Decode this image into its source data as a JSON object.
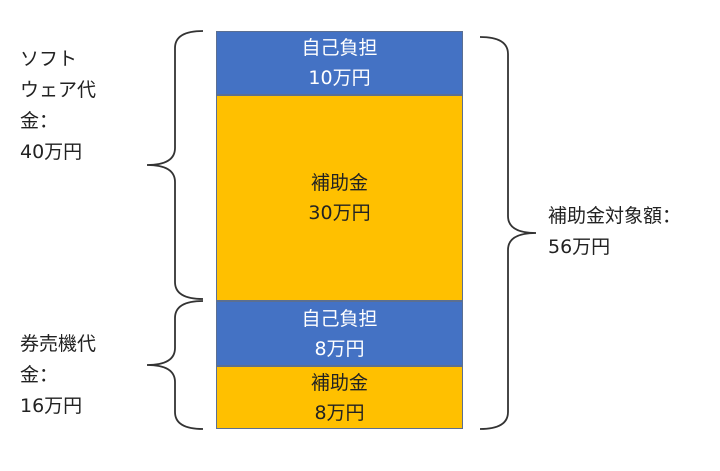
{
  "left_groups": [
    {
      "label_lines": [
        "ソフト",
        "ウェア代",
        "金：",
        "40万円"
      ]
    },
    {
      "label_lines": [
        "券売機代",
        "金：",
        "16万円"
      ]
    }
  ],
  "blocks": [
    {
      "lines": [
        "自己負担",
        "10万円"
      ],
      "color": "#4472c4"
    },
    {
      "lines": [
        "補助金",
        "30万円"
      ],
      "color": "#ffc000"
    },
    {
      "lines": [
        "自己負担",
        "8万円"
      ],
      "color": "#4472c4"
    },
    {
      "lines": [
        "補助金",
        "8万円"
      ],
      "color": "#ffc000"
    }
  ],
  "right_group": {
    "label_lines": [
      "補助金対象額：",
      "56万円"
    ]
  }
}
